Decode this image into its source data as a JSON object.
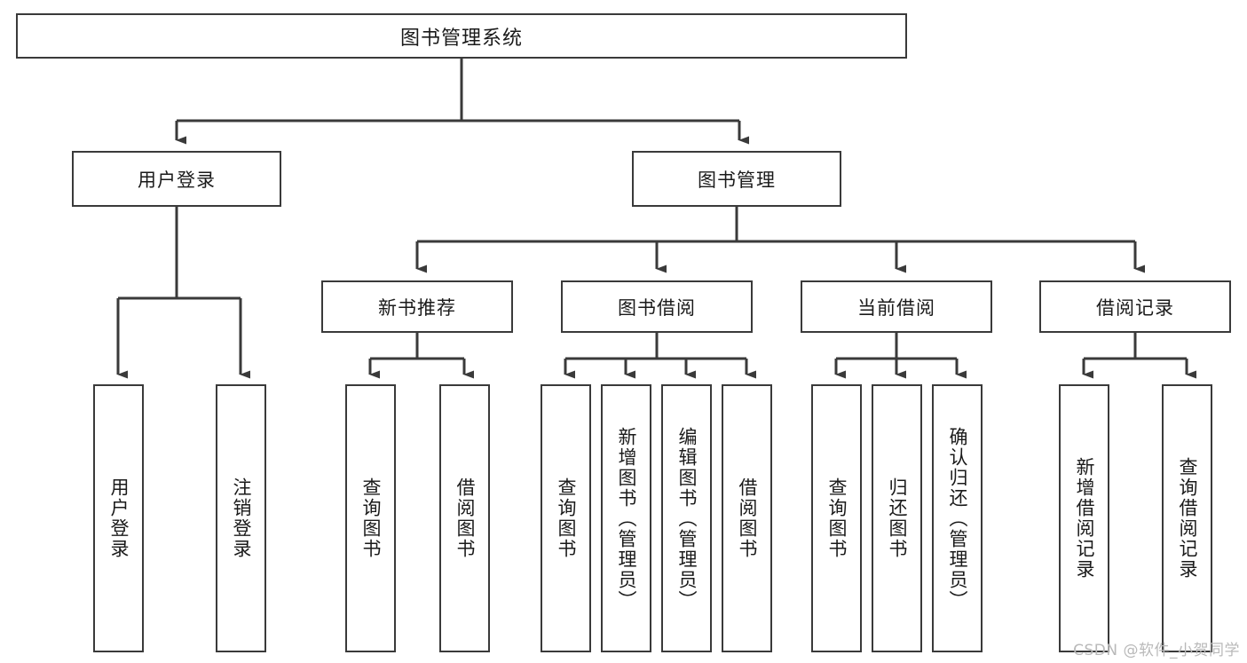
{
  "diagram": {
    "title": "图书管理系统",
    "type": "tree-hierarchy",
    "watermark": "CSDN @软件_小贺同学",
    "colors": {
      "box_border": "#3a3a3a",
      "box_fill": "#ffffff",
      "edge": "#3a3a3a",
      "text": "#1a1a1a",
      "watermark": "#b9b9b9",
      "background": "#ffffff"
    },
    "levels": {
      "root": {
        "label": "图书管理系统"
      },
      "level2": [
        {
          "id": "user-login",
          "label": "用户登录"
        },
        {
          "id": "book-management",
          "label": "图书管理"
        }
      ],
      "level3": [
        {
          "id": "new-book-recommend",
          "label": "新书推荐",
          "parent": "book-management"
        },
        {
          "id": "book-borrow",
          "label": "图书借阅",
          "parent": "book-management"
        },
        {
          "id": "current-borrow",
          "label": "当前借阅",
          "parent": "book-management"
        },
        {
          "id": "borrow-record",
          "label": "借阅记录",
          "parent": "book-management"
        }
      ],
      "leaves": [
        {
          "id": "leaf-user-login",
          "label": "用户登录",
          "parent": "user-login"
        },
        {
          "id": "leaf-logout",
          "label": "注销登录",
          "parent": "user-login"
        },
        {
          "id": "leaf-query-book-1",
          "label": "查询图书",
          "parent": "new-book-recommend"
        },
        {
          "id": "leaf-borrow-book-1",
          "label": "借阅图书",
          "parent": "new-book-recommend"
        },
        {
          "id": "leaf-query-book-2",
          "label": "查询图书",
          "parent": "book-borrow"
        },
        {
          "id": "leaf-add-book",
          "label": "新增图书（管理员）",
          "parent": "book-borrow"
        },
        {
          "id": "leaf-edit-book",
          "label": "编辑图书（管理员）",
          "parent": "book-borrow"
        },
        {
          "id": "leaf-borrow-book-2",
          "label": "借阅图书",
          "parent": "book-borrow"
        },
        {
          "id": "leaf-query-book-3",
          "label": "查询图书",
          "parent": "current-borrow"
        },
        {
          "id": "leaf-return-book",
          "label": "归还图书",
          "parent": "current-borrow"
        },
        {
          "id": "leaf-confirm-return",
          "label": "确认归还（管理员）",
          "parent": "current-borrow"
        },
        {
          "id": "leaf-add-record",
          "label": "新增借阅记录",
          "parent": "borrow-record"
        },
        {
          "id": "leaf-query-record",
          "label": "查询借阅记录",
          "parent": "borrow-record"
        }
      ]
    }
  }
}
